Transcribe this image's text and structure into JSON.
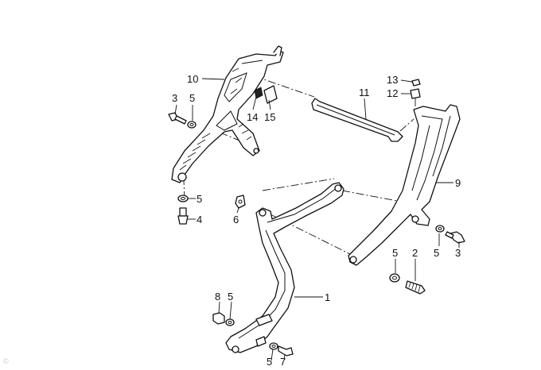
{
  "callouts": [
    {
      "id": "c10",
      "label": "10"
    },
    {
      "id": "c3a",
      "label": "3"
    },
    {
      "id": "c5a",
      "label": "5"
    },
    {
      "id": "c14",
      "label": "14"
    },
    {
      "id": "c15",
      "label": "15"
    },
    {
      "id": "c5b",
      "label": "5"
    },
    {
      "id": "c4",
      "label": "4"
    },
    {
      "id": "c6",
      "label": "6"
    },
    {
      "id": "c11",
      "label": "11"
    },
    {
      "id": "c13",
      "label": "13"
    },
    {
      "id": "c12",
      "label": "12"
    },
    {
      "id": "c9",
      "label": "9"
    },
    {
      "id": "c5c",
      "label": "5"
    },
    {
      "id": "c3b",
      "label": "3"
    },
    {
      "id": "c5d",
      "label": "5"
    },
    {
      "id": "c2",
      "label": "2"
    },
    {
      "id": "c1",
      "label": "1"
    },
    {
      "id": "c8",
      "label": "8"
    },
    {
      "id": "c5e",
      "label": "5"
    },
    {
      "id": "c5f",
      "label": "5"
    },
    {
      "id": "c7",
      "label": "7"
    }
  ],
  "watermark": "© "
}
